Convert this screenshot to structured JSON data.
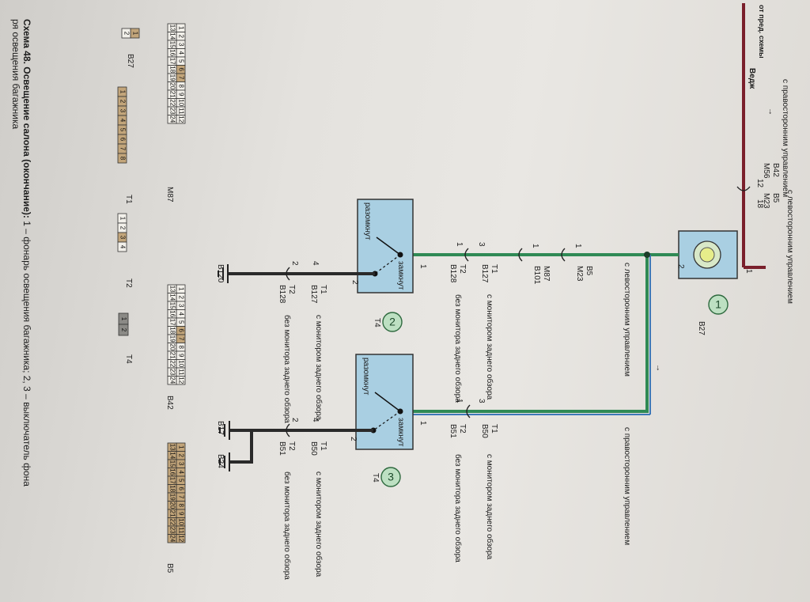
{
  "caption": {
    "title": "Схема 48. Освещение салона (окончание):",
    "text1": "1 – фонарь освещения багажника; 2, 3 – выключатель фона",
    "text2": "ря освещения багажника"
  },
  "top_bus": {
    "ref": "от пред. схемы",
    "arrow": "→",
    "color_code": "Ведж",
    "left_label": "с правосторонним управлением",
    "left_conn1": "B42",
    "left_conn2": "M56",
    "left_pin": "12",
    "right_conn1": "B5",
    "right_conn2": "M23",
    "right_pin": "18",
    "right_label": "с левосторонним управлением"
  },
  "lamp": {
    "number": "1",
    "id": "B27",
    "pin1": "1",
    "pin2": "2"
  },
  "branch_left": {
    "label": "с левосторонним управлением",
    "conn1_pin": "1",
    "conn1_a": "B5",
    "conn1_b": "M23",
    "conn2_pin": "1",
    "conn2_a": "M87",
    "conn2_b": "B101",
    "conn3_pin": "3",
    "conn3_a": "T1",
    "conn3_b": "B127",
    "conn3_note": "с монитором заднего обзора",
    "conn4_pin": "1",
    "conn4_a": "T2",
    "conn4_b": "B128",
    "conn4_note": "без монитора заднего обзора"
  },
  "switch_2": {
    "number": "2",
    "id": "T4",
    "open": "разомкнут",
    "closed": "замкнут",
    "pin1": "1",
    "pin2": "2",
    "out_pin_a": "4",
    "out_a1": "T1",
    "out_a2": "B127",
    "out_a_note": "с монитором заднего обзора",
    "out_pin_b": "2",
    "out_b1": "T2",
    "out_b2": "B128",
    "out_b_note": "без монитора заднего обзора",
    "ground": "B120"
  },
  "branch_right": {
    "label": "с правосторонним управлением",
    "arrow": "→",
    "conn1_pin": "3",
    "conn1_a": "T1",
    "conn1_b": "B50",
    "conn1_note": "с монитором заднего обзора",
    "conn2_pin": "1",
    "conn2_a": "T2",
    "conn2_b": "B51",
    "conn2_note": "без монитора заднего обзора"
  },
  "switch_3": {
    "number": "3",
    "id": "T4",
    "open": "разомкнут",
    "closed": "замкнут",
    "pin1": "1",
    "pin2": "2",
    "out_pin_a": "4",
    "out_a1": "T1",
    "out_a2": "B50",
    "out_a_note": "с монитором заднего обзора",
    "out_pin_b": "2",
    "out_b1": "T2",
    "out_b2": "B51",
    "out_b_note": "без монитора заднего обзора",
    "ground1": "B17",
    "ground2": "B24"
  },
  "connectors": {
    "m87_label": "M87",
    "m87_pins": [
      "1",
      "2",
      "3",
      "4",
      "5",
      "6",
      "7",
      "8",
      "9",
      "10",
      "11",
      "12",
      "13",
      "14",
      "15",
      "16",
      "17",
      "18",
      "19",
      "20",
      "21",
      "22",
      "23",
      "24"
    ],
    "b42_label": "B42",
    "b42_pins": [
      "1",
      "2",
      "3",
      "4",
      "5",
      "6",
      "7",
      "8",
      "9",
      "10",
      "11",
      "12",
      "13",
      "14",
      "15",
      "16",
      "17",
      "18",
      "19",
      "20",
      "21",
      "22",
      "23",
      "24"
    ],
    "b5_label": "B5",
    "b27_label": "B27",
    "b27_pins": [
      "1",
      "2"
    ],
    "t1_label": "T1",
    "t1_pins": [
      "1",
      "2",
      "3",
      "4",
      "5",
      "6",
      "7",
      "8"
    ],
    "t2_label": "T2",
    "t2_pins": [
      "1",
      "2",
      "3",
      "4"
    ],
    "t4_label": "T4",
    "t4_pins": [
      "1",
      "2"
    ]
  },
  "colors": {
    "bus_wire": "#7a1f2b",
    "green_wire": "#2f8a55",
    "blue_wire": "#3e78b8",
    "ground_wire": "#2a2a2a",
    "component_fill": "#a9cfe2",
    "circle_fill": "#bde0c2",
    "connector_tan": "#c2a57a"
  }
}
